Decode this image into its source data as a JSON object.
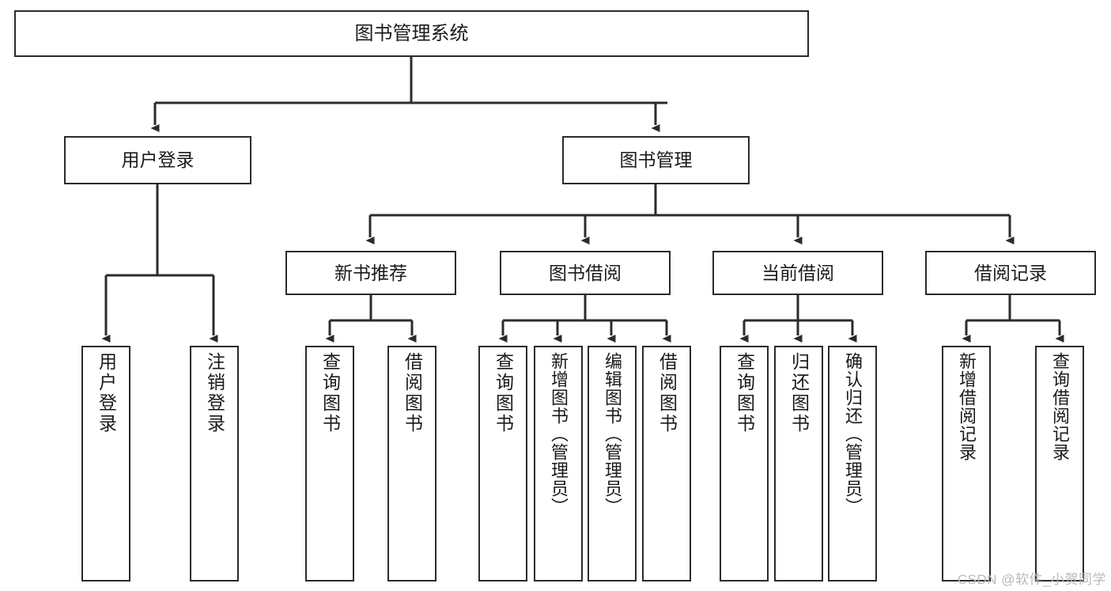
{
  "diagram": {
    "title": "图书管理系统",
    "type": "tree-hierarchy",
    "watermark": "CSDN @软件_小贺同学",
    "colors": {
      "stroke": "#2b2b2b",
      "fill": "#ffffff",
      "text": "#1a1a1a",
      "watermark": "#b9b9b9"
    },
    "nodes": {
      "root": {
        "label": "图书管理系统",
        "level": 0
      },
      "level1": [
        {
          "id": "user-login",
          "label": "用户登录"
        },
        {
          "id": "book-manage",
          "label": "图书管理"
        }
      ],
      "level2": [
        {
          "id": "new-book-rec",
          "label": "新书推荐",
          "parent": "book-manage"
        },
        {
          "id": "book-borrow",
          "label": "图书借阅",
          "parent": "book-manage"
        },
        {
          "id": "current-borrow",
          "label": "当前借阅",
          "parent": "book-manage"
        },
        {
          "id": "borrow-record",
          "label": "借阅记录",
          "parent": "book-manage"
        }
      ],
      "leaves": [
        {
          "id": "leaf-user-login",
          "label": "用户登录",
          "parent": "user-login"
        },
        {
          "id": "leaf-user-logout",
          "label": "注销登录",
          "parent": "user-login"
        },
        {
          "id": "leaf-query-book-1",
          "label": "查询图书",
          "parent": "new-book-rec"
        },
        {
          "id": "leaf-borrow-book-1",
          "label": "借阅图书",
          "parent": "new-book-rec"
        },
        {
          "id": "leaf-query-book-2",
          "label": "查询图书",
          "parent": "book-borrow"
        },
        {
          "id": "leaf-add-book",
          "label": "新增图书（管理员）",
          "parent": "book-borrow"
        },
        {
          "id": "leaf-edit-book",
          "label": "编辑图书（管理员）",
          "parent": "book-borrow"
        },
        {
          "id": "leaf-borrow-book-2",
          "label": "借阅图书",
          "parent": "book-borrow"
        },
        {
          "id": "leaf-query-book-3",
          "label": "查询图书",
          "parent": "current-borrow"
        },
        {
          "id": "leaf-return-book",
          "label": "归还图书",
          "parent": "current-borrow"
        },
        {
          "id": "leaf-confirm-return",
          "label": "确认归还（管理员）",
          "parent": "current-borrow"
        },
        {
          "id": "leaf-add-record",
          "label": "新增借阅记录",
          "parent": "borrow-record"
        },
        {
          "id": "leaf-query-record",
          "label": "查询借阅记录",
          "parent": "borrow-record"
        }
      ]
    }
  }
}
